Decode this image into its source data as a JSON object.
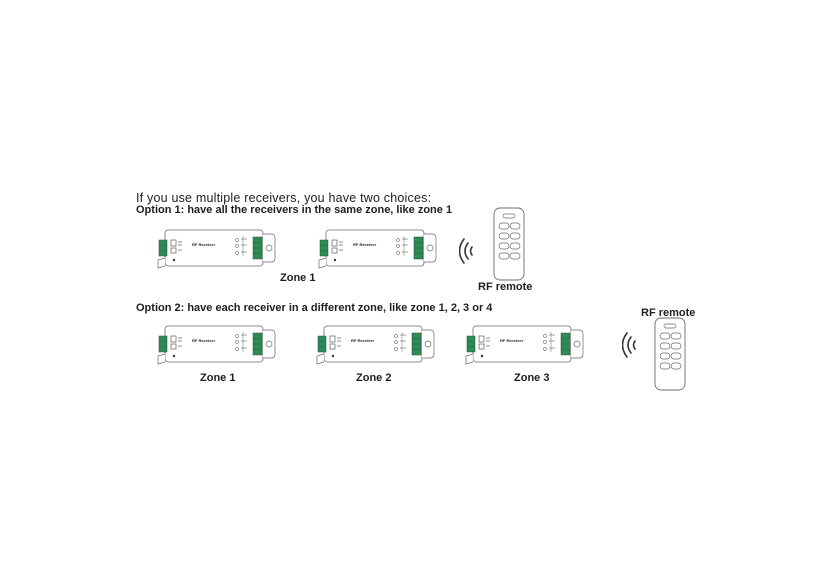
{
  "intro": {
    "heading": "If you use multiple receivers, you have two choices:",
    "option1": "Option 1: have all the receivers in the same zone, like zone 1",
    "option2": "Option 2: have each receiver in a different zone, like zone 1, 2, 3 or 4"
  },
  "receiver_label": "RF Receiver",
  "option1": {
    "zone_label": "Zone 1",
    "remote_label": "RF remote"
  },
  "option2": {
    "zones": [
      "Zone 1",
      "Zone 2",
      "Zone 3"
    ],
    "remote_label": "RF remote"
  },
  "colors": {
    "line": "#6b6b6b",
    "terminal_green": "#2f8a57",
    "text": "#1e1e1e"
  },
  "icons": {
    "receiver": "rf-receiver-icon",
    "remote": "rf-remote-icon",
    "signal": "wireless-signal-icon"
  }
}
